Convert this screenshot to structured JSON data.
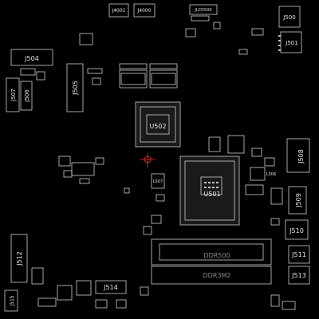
{
  "board": {
    "background": "#000000",
    "outline_color": "#cfcfcf",
    "marker_color": "#ff2b2b",
    "labels": {
      "j4001": "J4001",
      "j4000": "J4000",
      "jlcd500": "JLCD500",
      "j500": "J500",
      "j501": "J501",
      "j504": "J504",
      "j507": "J507",
      "j506": "J506",
      "j505": "J505",
      "u502": "U502",
      "u501": "U501",
      "j508": "J508",
      "j509": "J509",
      "j510": "J510",
      "j511": "J511",
      "j513": "J513",
      "j512": "J512",
      "j514": "J514",
      "j515": "J515",
      "ddr500": "DDR500",
      "ddr3m2": "DDR3M2",
      "l506": "L506",
      "l507": "L507"
    }
  }
}
